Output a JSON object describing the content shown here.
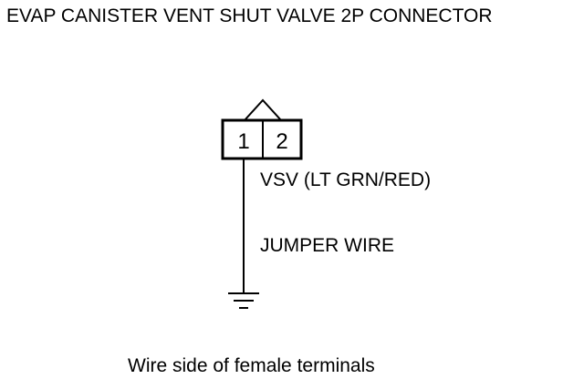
{
  "title": "EVAP CANISTER VENT SHUT VALVE 2P CONNECTOR",
  "connector": {
    "pins": [
      "1",
      "2"
    ]
  },
  "labels": {
    "vsv": "VSV (LT GRN/RED)",
    "jumper": "JUMPER WIRE"
  },
  "caption": "Wire side of female terminals",
  "icons": {
    "ground": "ground-symbol-icon"
  }
}
